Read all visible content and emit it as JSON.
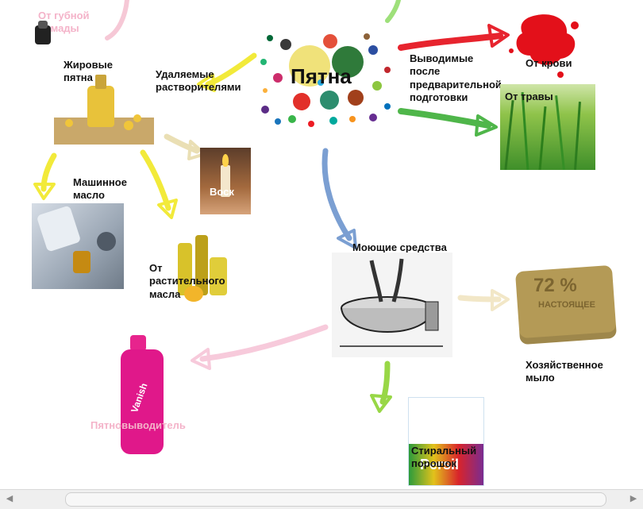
{
  "center": {
    "title": "Пятна"
  },
  "labels": {
    "lipstick": "От губной помады",
    "fat": "Жировые пятна",
    "solvents": "Удаляемые растворителями",
    "pretreat": "Выводимые после предварительной подготовки",
    "blood": "От крови",
    "grass": "От травы",
    "machine_oil": "Машинное масло",
    "wax": "Воск",
    "veg_oil": "От растительного масла",
    "detergents": "Моющие средства",
    "soap": "Хозяйственное мыло",
    "stain_remover": "Пятновыводитель",
    "powder": "Стиральный порошок"
  },
  "packaging": {
    "soap_stamp_1": "72 %",
    "soap_stamp_2": "НАСТОЯЩЕЕ",
    "bottle_brand": "Vanish",
    "box_brand": "Persil"
  },
  "icons": [
    "paint-splatter-icon",
    "oil-bottle-icon",
    "candle-icon",
    "soap-bar-icon",
    "spray-bottle-icon",
    "powder-box-icon",
    "washtub-icon",
    "grass-icon",
    "lipstick-icon"
  ]
}
